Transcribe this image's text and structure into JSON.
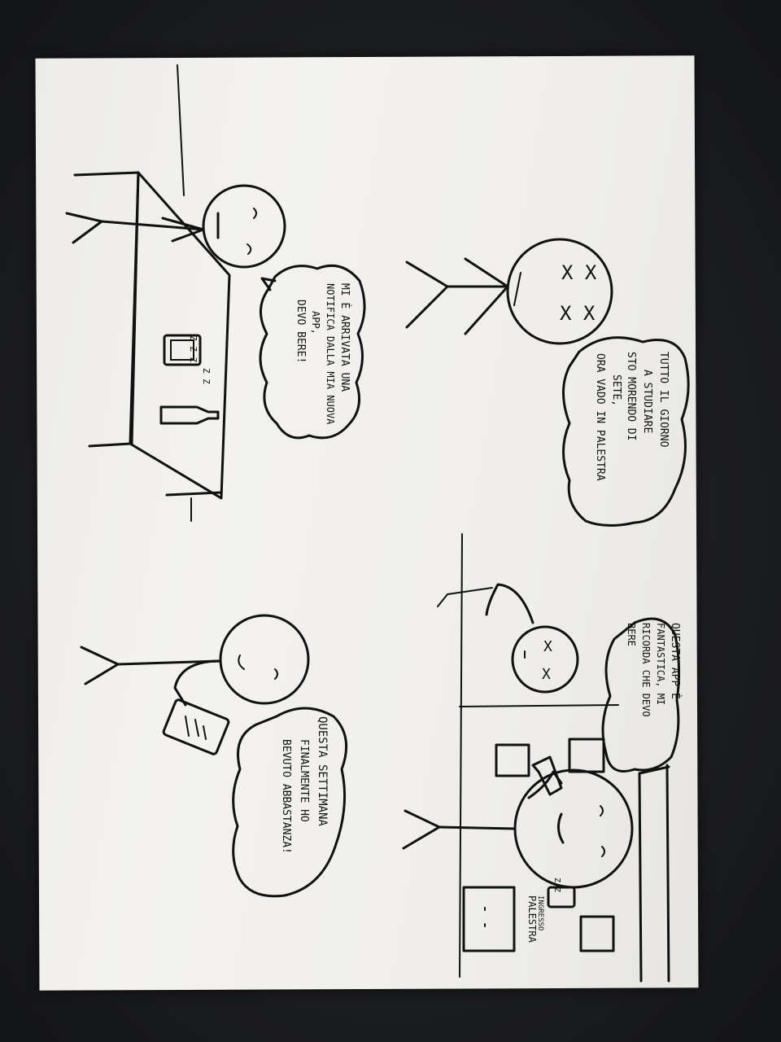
{
  "comic": {
    "panel1": {
      "speech": [
        "MI È ARRIVATA UNA",
        "NOTIFICA DALLA MIA NUOVA",
        "APP,",
        "DEVO BERE!"
      ],
      "zz_top": "Z Z Z",
      "zz_bottom": "Z Z"
    },
    "panel2": {
      "speech": [
        "TUTTO IL GIORNO",
        "A STUDIARE",
        "STO MORENDO DI",
        "SETE,",
        "ORA VADO IN PALESTRA"
      ]
    },
    "panel3": {
      "speech": [
        "QUESTA SETTIMANA",
        "FINALMENTE HO",
        "BEVUTO ABBASTANZA!"
      ]
    },
    "panel4": {
      "speech": [
        "QUESTA APP È",
        "FANTASTICA, MI",
        "RICORDA CHE DEVO",
        "BERE"
      ],
      "sign": [
        "INGRESSO",
        "PALESTRA"
      ],
      "zz": "Z Z"
    }
  }
}
